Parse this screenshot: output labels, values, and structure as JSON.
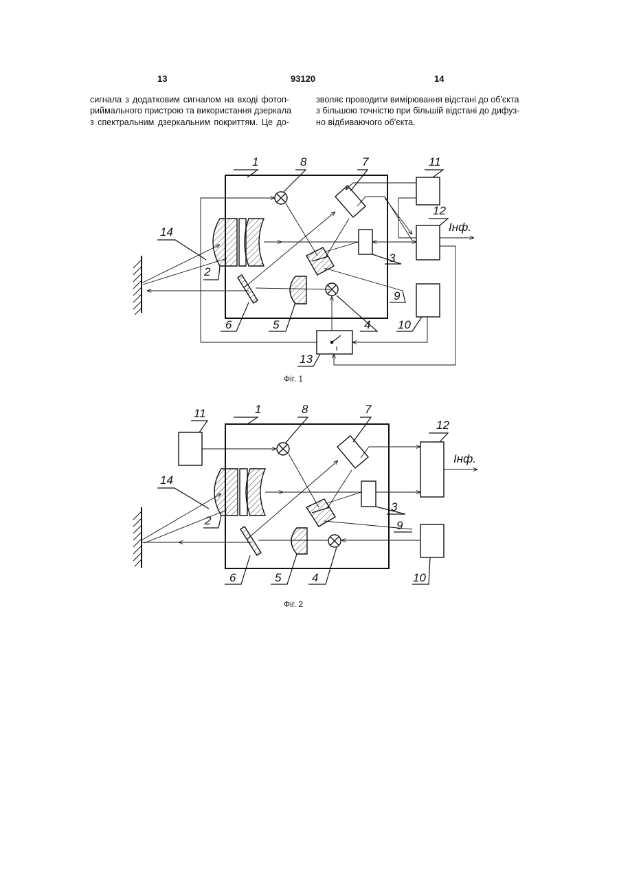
{
  "header": {
    "page_left": "13",
    "doc_number": "93120",
    "page_right": "14"
  },
  "text": {
    "col1": [
      "сигнала з додатковим сигналом на вході фотоп-",
      "риймального пристрою та використання дзеркала",
      "з спектральним дзеркальним покриттям. Це до-"
    ],
    "col2": [
      "зволяє проводити вимірювання відстані до об'єкта",
      "з більшою точністю при більшій відстані до дифуз-",
      "но відбиваючого об'єкта."
    ]
  },
  "figures": [
    {
      "caption": "Фіг. 1",
      "labels": {
        "n1": "1",
        "n2": "2",
        "n3": "3",
        "n4": "4",
        "n5": "5",
        "n6": "6",
        "n7": "7",
        "n8": "8",
        "n9": "9",
        "n10": "10",
        "n11": "11",
        "n12": "12",
        "n13": "13",
        "n14": "14",
        "output": "Інф."
      }
    },
    {
      "caption": "Фіг. 2",
      "labels": {
        "n1": "1",
        "n2": "2",
        "n3": "3",
        "n4": "4",
        "n5": "5",
        "n6": "6",
        "n7": "7",
        "n8": "8",
        "n9": "9",
        "n10": "10",
        "n11": "11",
        "n12": "12",
        "n14": "14",
        "output": "Інф."
      }
    }
  ]
}
